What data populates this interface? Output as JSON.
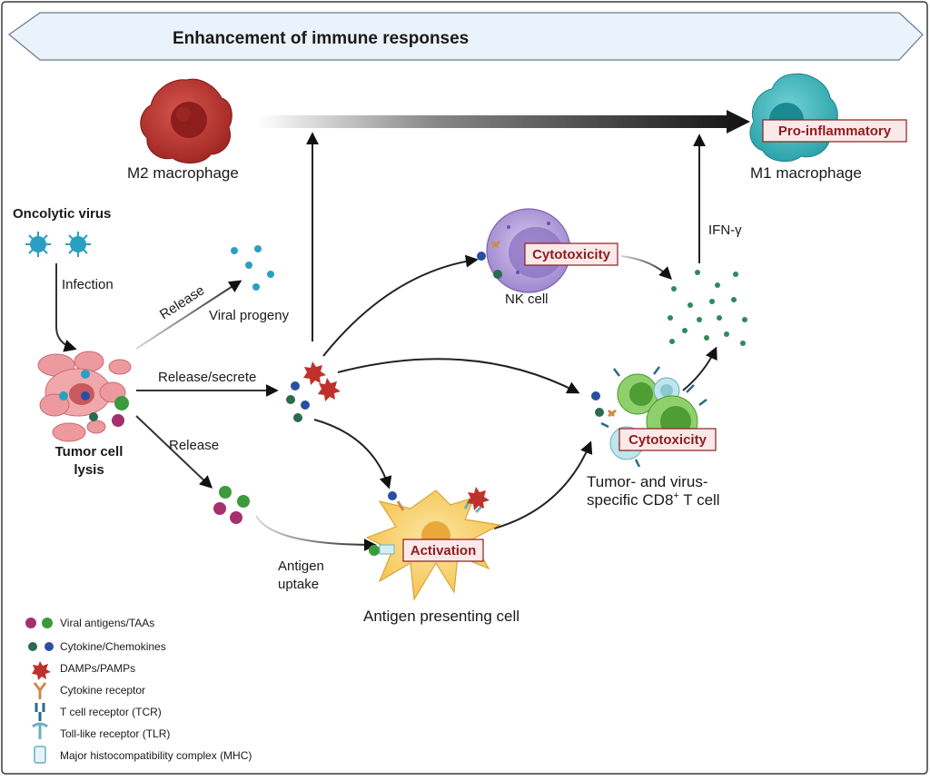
{
  "header": {
    "title": "Enhancement of immune responses"
  },
  "cells": {
    "m2": "M2 macrophage",
    "m1": "M1 macrophage",
    "m1_tag": "Pro-inflammatory",
    "nk": "NK cell",
    "nk_tag": "Cytotoxicity",
    "tcell_line1": "Tumor- and virus-",
    "tcell_line2": "specific CD8",
    "tcell_sup": "+",
    "tcell_line2_end": " T cell",
    "tcell_tag": "Cytotoxicity",
    "apc": "Antigen presenting cell",
    "apc_tag": "Activation",
    "virus": "Oncolytic virus",
    "lysis_line1": "Tumor cell",
    "lysis_line2": "lysis",
    "progeny": "Viral progeny"
  },
  "arrows": {
    "infection": "Infection",
    "release_progeny": "Release",
    "release_secrete": "Release/secrete",
    "release_antigen": "Release",
    "uptake_line1": "Antigen",
    "uptake_line2": "uptake",
    "ifn": "IFN-γ"
  },
  "legend": [
    {
      "label": "Viral antigens/TAAs",
      "icon": "viral-antigen-icon"
    },
    {
      "label": "Cytokine/Chemokines",
      "icon": "cytokine-icon"
    },
    {
      "label": "DAMPs/PAMPs",
      "icon": "damp-icon"
    },
    {
      "label": "Cytokine receptor",
      "icon": "cytokine-receptor-icon"
    },
    {
      "label": "T cell receptor (TCR)",
      "icon": "tcr-icon"
    },
    {
      "label": "Toll-like receptor (TLR)",
      "icon": "tlr-icon"
    },
    {
      "label": "Major histocompatibility complex (MHC)",
      "icon": "mhc-icon"
    }
  ],
  "colors": {
    "m2": "#b8302c",
    "m1": "#3fb3ba",
    "nk": "#a98fd6",
    "tcell": "#6cc24a",
    "apc": "#f7cf62",
    "virus": "#2a9fc4",
    "tumor": "#ec9a9e",
    "damp": "#c0312b",
    "cytokine_green": "#2d6a4f",
    "cytokine_blue": "#2a4fa0",
    "antigen_purple": "#a4316e",
    "antigen_green": "#3c9a3c"
  }
}
